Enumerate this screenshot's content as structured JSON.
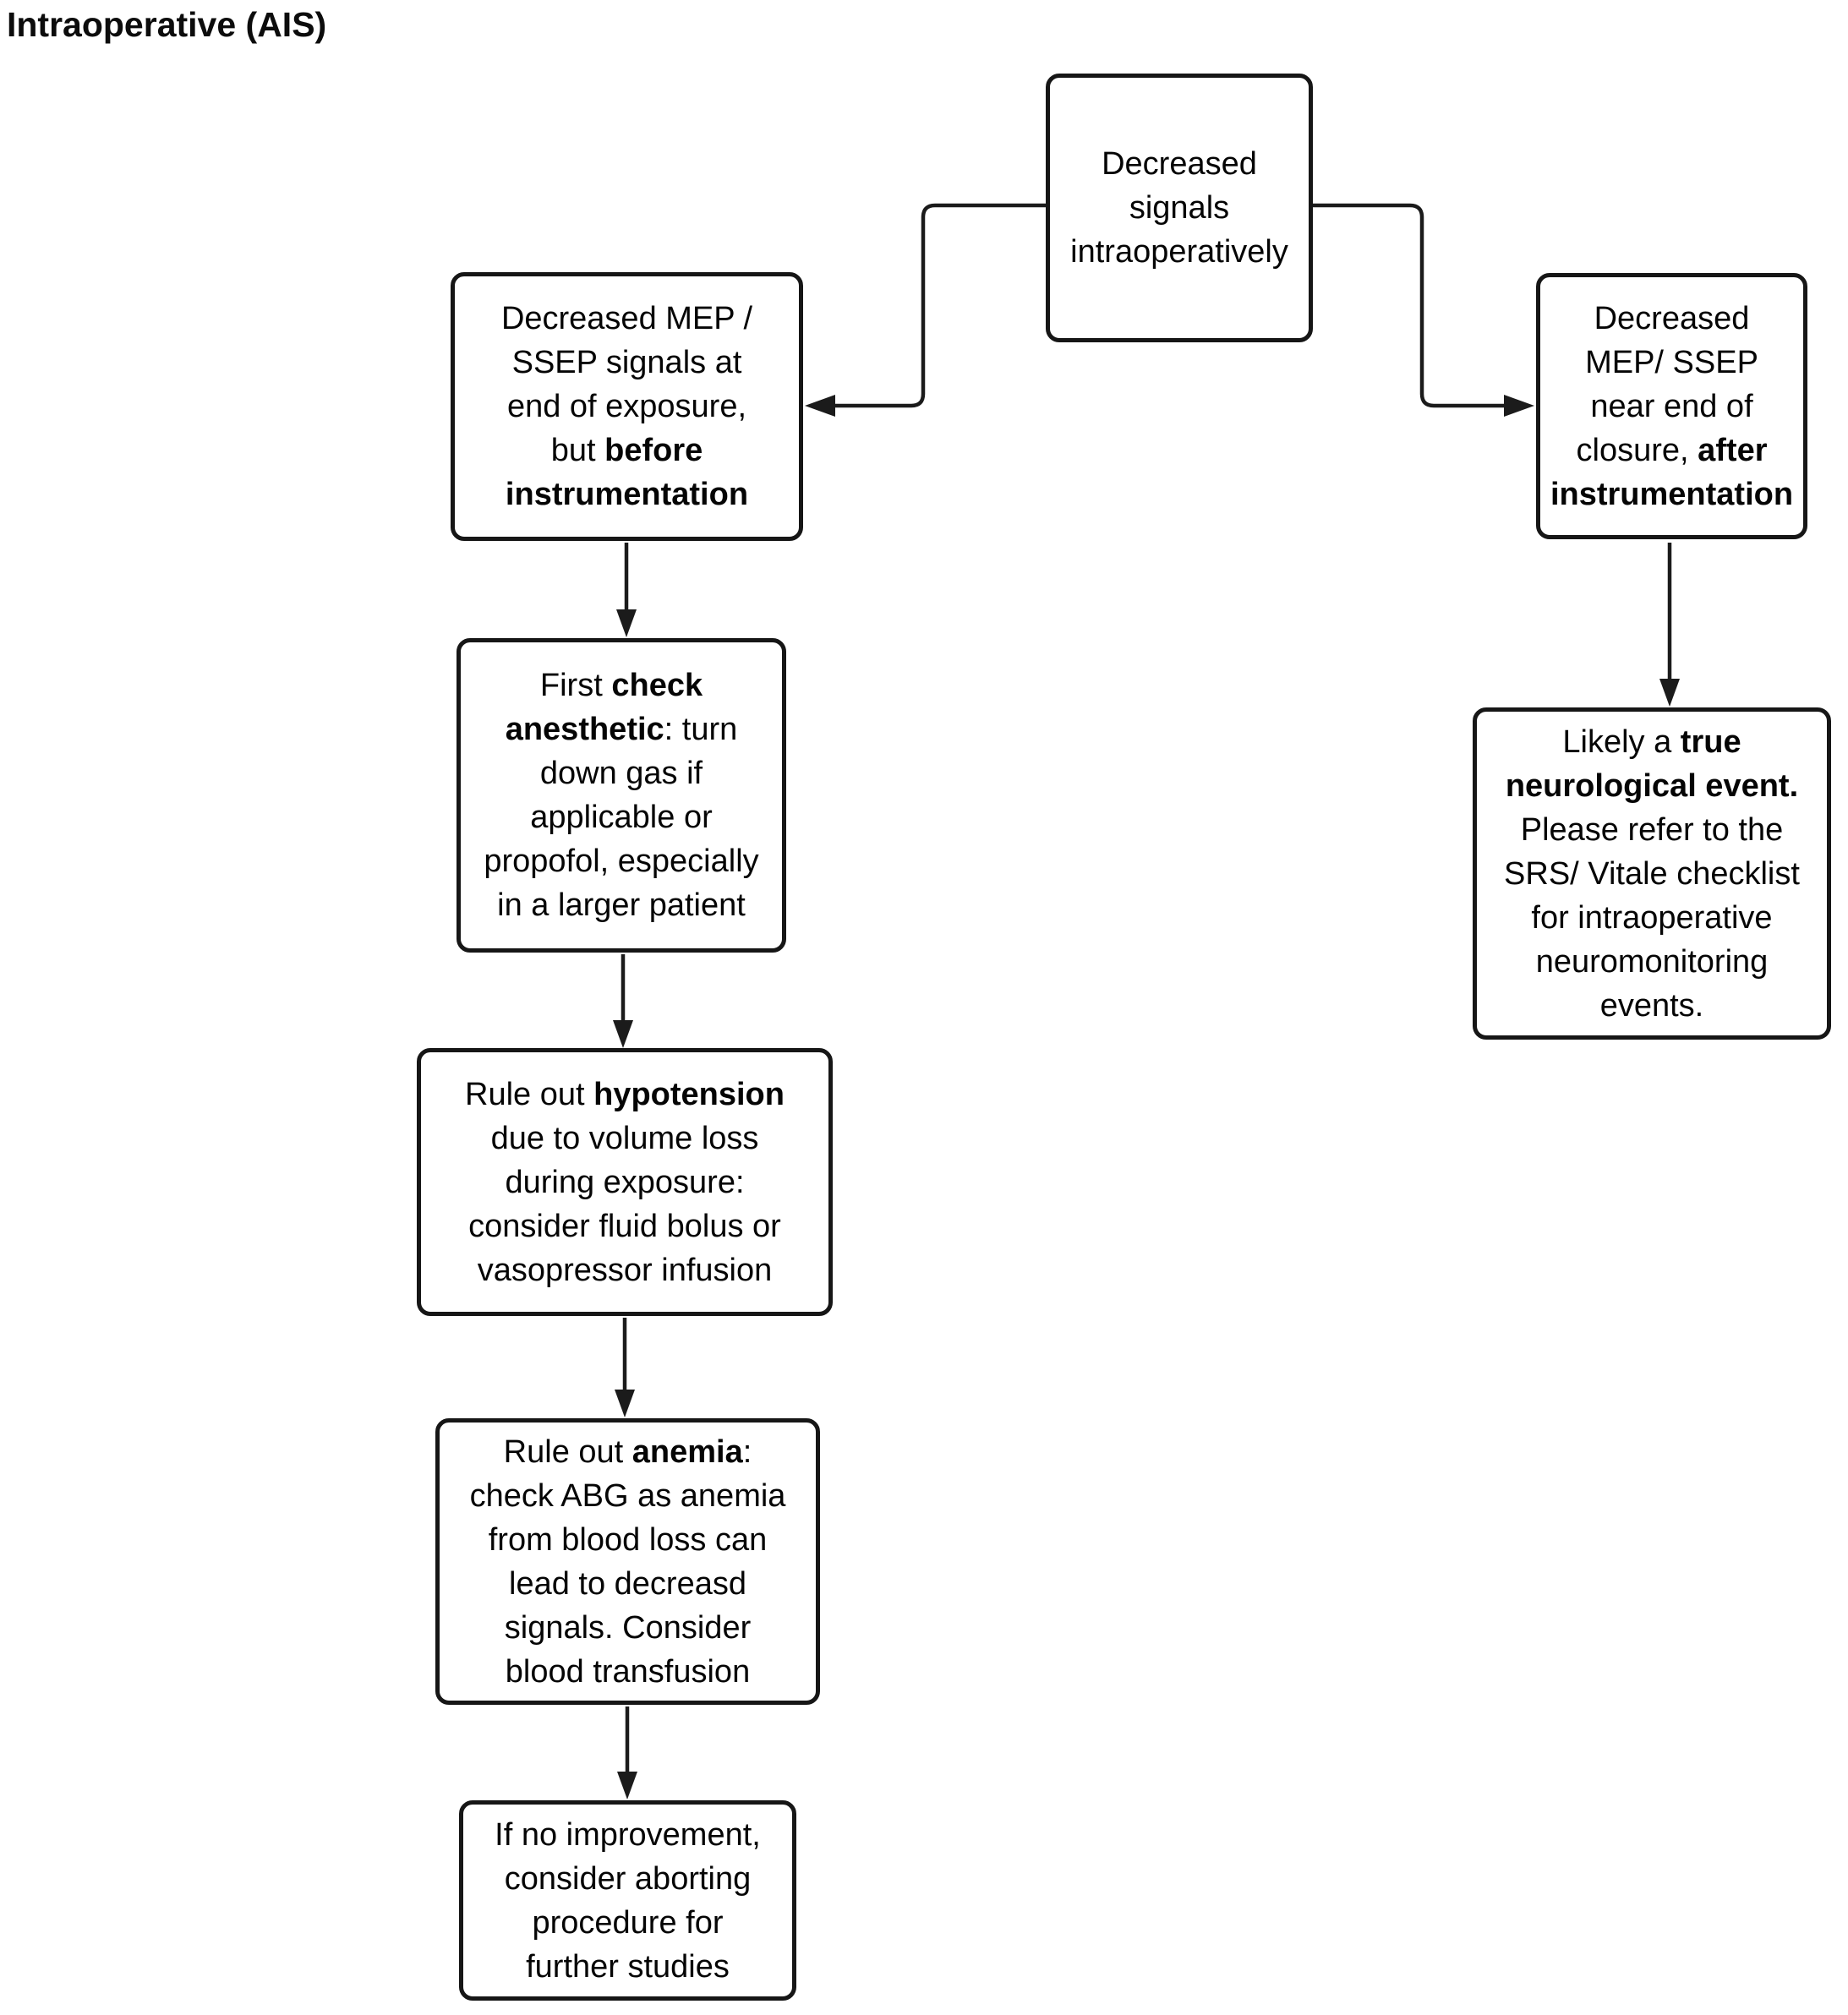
{
  "title": "Intraoperative (AIS)",
  "colors": {
    "background": "#ffffff",
    "border": "#161616",
    "line": "#1b1b1b",
    "text": "#050505"
  },
  "flowchart": {
    "nodes": {
      "root": {
        "label": "Decreased signals intraoperatively",
        "segments": [
          {
            "t": "Decreased\nsignals\nintraoperatively",
            "b": false
          }
        ]
      },
      "left1": {
        "label": "Decreased MEP / SSEP signals at end of exposure, but before instrumentation",
        "segments": [
          {
            "t": "Decreased MEP /\nSSEP signals at\nend of exposure,\nbut ",
            "b": false
          },
          {
            "t": "before\ninstrumentation",
            "b": true
          }
        ]
      },
      "right1": {
        "label": "Decreased MEP/ SSEP near end of closure, after instrumentation",
        "segments": [
          {
            "t": "Decreased\nMEP/ SSEP\nnear end of\nclosure, ",
            "b": false
          },
          {
            "t": "after\ninstrumentation",
            "b": true
          }
        ]
      },
      "left2": {
        "label": "First check anesthetic: turn down gas if applicable or propofol, especially in a larger patient",
        "segments": [
          {
            "t": "First ",
            "b": false
          },
          {
            "t": "check\nanesthetic",
            "b": true
          },
          {
            "t": ": turn\ndown gas if\napplicable or\npropofol, especially\nin a larger patient",
            "b": false
          }
        ]
      },
      "left3": {
        "label": "Rule out hypotension due to volume loss during exposure: consider fluid bolus or vasopressor infusion",
        "segments": [
          {
            "t": "Rule out ",
            "b": false
          },
          {
            "t": "hypotension",
            "b": true
          },
          {
            "t": "\ndue to volume loss\nduring exposure:\nconsider fluid bolus or\nvasopressor infusion",
            "b": false
          }
        ]
      },
      "left4": {
        "label": "Rule out anemia: check ABG as anemia from blood loss can lead to decreasd signals. Consider blood transfusion",
        "segments": [
          {
            "t": "Rule out ",
            "b": false
          },
          {
            "t": "anemia",
            "b": true
          },
          {
            "t": ":\ncheck ABG as anemia\nfrom blood loss can\nlead to decreasd\nsignals. Consider\nblood transfusion",
            "b": false
          }
        ]
      },
      "left5": {
        "label": "If no improvement, consider aborting procedure for further studies",
        "segments": [
          {
            "t": "If no improvement,\nconsider aborting\nprocedure for\nfurther studies",
            "b": false
          }
        ]
      },
      "right2": {
        "label": "Likely a true neurological event. Please refer to the SRS/ Vitale checklist for intraoperative neuromonitoring events.",
        "segments": [
          {
            "t": "Likely a ",
            "b": false
          },
          {
            "t": "true\nneurological event.",
            "b": true
          },
          {
            "t": "\nPlease refer to the\nSRS/ Vitale checklist\nfor intraoperative\nneuromonitoring\nevents.",
            "b": false
          }
        ]
      }
    },
    "edges": [
      {
        "from": "root",
        "to": "left1"
      },
      {
        "from": "root",
        "to": "right1"
      },
      {
        "from": "left1",
        "to": "left2"
      },
      {
        "from": "left2",
        "to": "left3"
      },
      {
        "from": "left3",
        "to": "left4"
      },
      {
        "from": "left4",
        "to": "left5"
      },
      {
        "from": "right1",
        "to": "right2"
      }
    ]
  }
}
